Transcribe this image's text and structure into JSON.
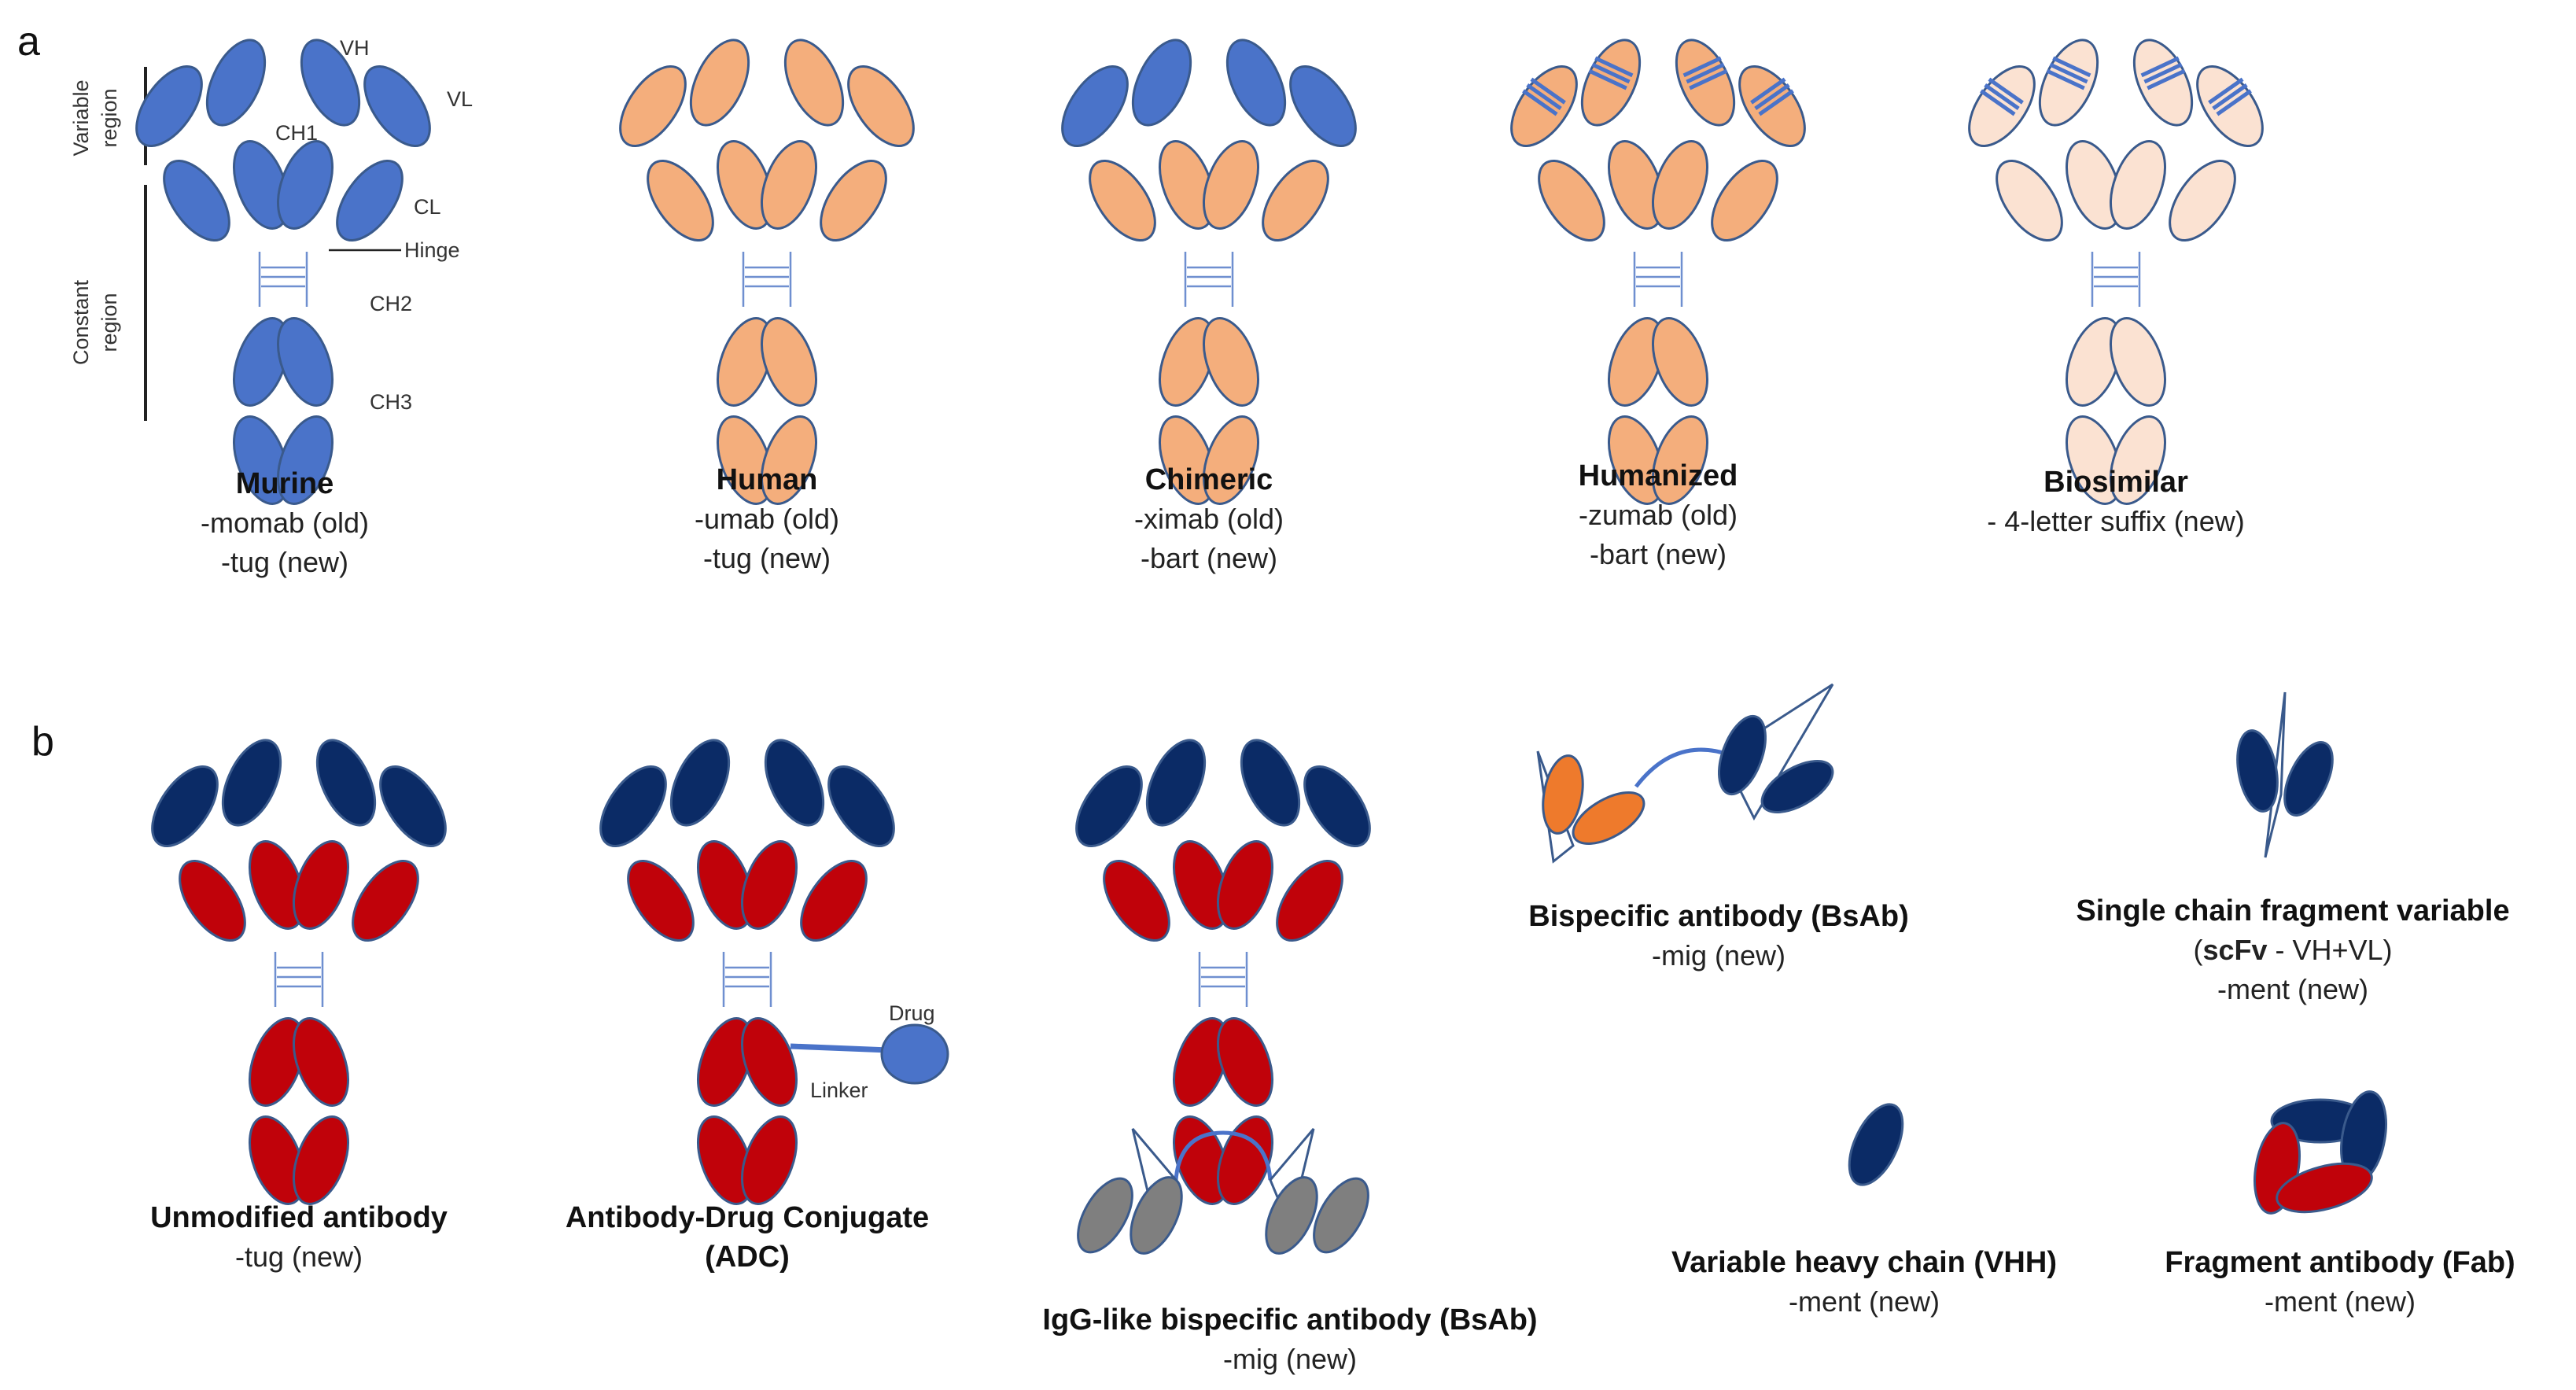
{
  "panel_labels": {
    "a": "a",
    "b": "b"
  },
  "colors": {
    "murine": "#4a73c9",
    "human": "#f4ae7c",
    "biosimilar": "#fbe2d2",
    "outline": "#3a5a8c",
    "dark_blue": "#0b2b66",
    "red": "#c0020a",
    "orange": "#ee7a2c",
    "gray": "#7f7f7f",
    "hinge": "#6f8fd0"
  },
  "panel_a": {
    "region_labels": {
      "variable": [
        "Variable",
        "region"
      ],
      "constant": [
        "Constant",
        "region"
      ]
    },
    "domain_labels": {
      "vh": "VH",
      "vl": "VL",
      "ch1": "CH1",
      "cl": "CL",
      "hinge": "Hinge",
      "ch2": "CH2",
      "ch3": "CH3"
    },
    "items": [
      {
        "title": "Murine",
        "line1": "-momab (old)",
        "line2": "-tug (new)"
      },
      {
        "title": "Human",
        "line1": "-umab (old)",
        "line2": "-tug (new)"
      },
      {
        "title": "Chimeric",
        "line1": "-ximab (old)",
        "line2": "-bart (new)"
      },
      {
        "title": "Humanized",
        "line1": "-zumab (old)",
        "line2": "-bart (new)"
      },
      {
        "title": "Biosimilar",
        "line1": "- 4-letter suffix (new)"
      }
    ]
  },
  "panel_b": {
    "unmodified": {
      "title": "Unmodified antibody",
      "line1": "-tug (new)"
    },
    "adc": {
      "title": "Antibody-Drug Conjugate",
      "line1": "(ADC)",
      "drug": "Drug",
      "linker": "Linker"
    },
    "igg_bsab": {
      "title": "IgG-like bispecific antibody (BsAb)",
      "line1": "-mig (new)"
    },
    "bsab": {
      "title": "Bispecific antibody (BsAb)",
      "line1": "-mig (new)"
    },
    "scfv": {
      "title": "Single chain fragment variable",
      "line1_bold": "scFv",
      "line1_rest": " - VH+VL)",
      "line1_open": "(",
      "line2": "-ment (new)"
    },
    "vhh": {
      "title": "Variable heavy chain (VHH)",
      "line1": "-ment (new)"
    },
    "fab": {
      "title": "Fragment antibody (Fab)",
      "line1": "-ment (new)"
    }
  }
}
